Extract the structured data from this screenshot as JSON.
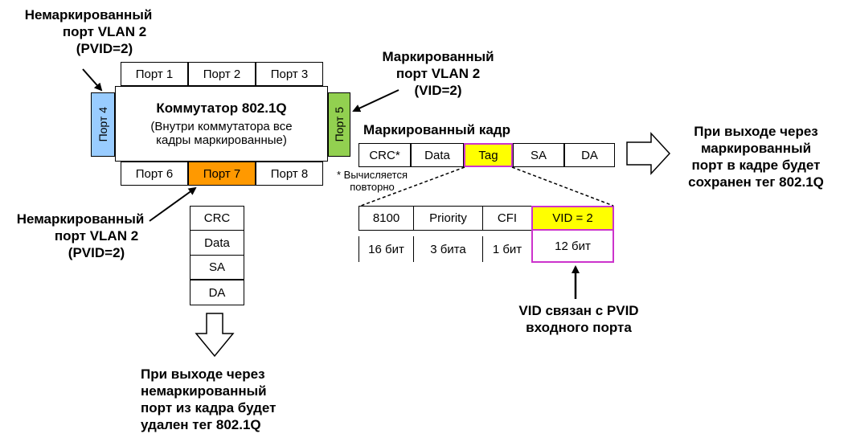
{
  "switch": {
    "title": "Коммутатор 802.1Q",
    "subtitle_line1": "(Внутри коммутатора все",
    "subtitle_line2": "кадры маркированные)",
    "ports": {
      "p1": "Порт 1",
      "p2": "Порт 2",
      "p3": "Порт 3",
      "p4": "Порт 4",
      "p5": "Порт 5",
      "p6": "Порт 6",
      "p7": "Порт 7",
      "p8": "Порт 8"
    }
  },
  "labels": {
    "untagged_top": [
      "Немаркированный",
      "порт VLAN 2",
      "(PVID=2)"
    ],
    "tagged_right": [
      "Маркированный",
      "порт VLAN 2",
      "(VID=2)"
    ],
    "untagged_bottom": [
      "Немаркированный",
      "порт VLAN 2",
      "(PVID=2)"
    ],
    "tagged_frame_title": "Маркированный кадр",
    "recalc_note": [
      "* Вычисляется",
      "повторно"
    ],
    "exit_tagged": [
      "При выходе через",
      "маркированный",
      "порт в кадре будет",
      "сохранен тег 802.1Q"
    ],
    "exit_untagged": [
      "При выходе через",
      "немаркированный",
      "порт из кадра будет",
      "удален тег 802.1Q"
    ],
    "vid_note": [
      "VID связан с PVID",
      "входного порта"
    ]
  },
  "tagged_frame": [
    "CRC*",
    "Data",
    "Tag",
    "SA",
    "DA"
  ],
  "untagged_frame": [
    "CRC",
    "Data",
    "SA",
    "DA"
  ],
  "tag_fields": [
    {
      "name": "8100",
      "size": "16 бит"
    },
    {
      "name": "Priority",
      "size": "3 бита"
    },
    {
      "name": "CFI",
      "size": "1 бит"
    },
    {
      "name": "VID  = 2",
      "size": "12 бит"
    }
  ],
  "colors": {
    "port4": "#99ccff",
    "port5": "#92d050",
    "port7": "#ff9900",
    "tag_highlight": "#ffff00",
    "highlight_border": "#cc33cc"
  }
}
